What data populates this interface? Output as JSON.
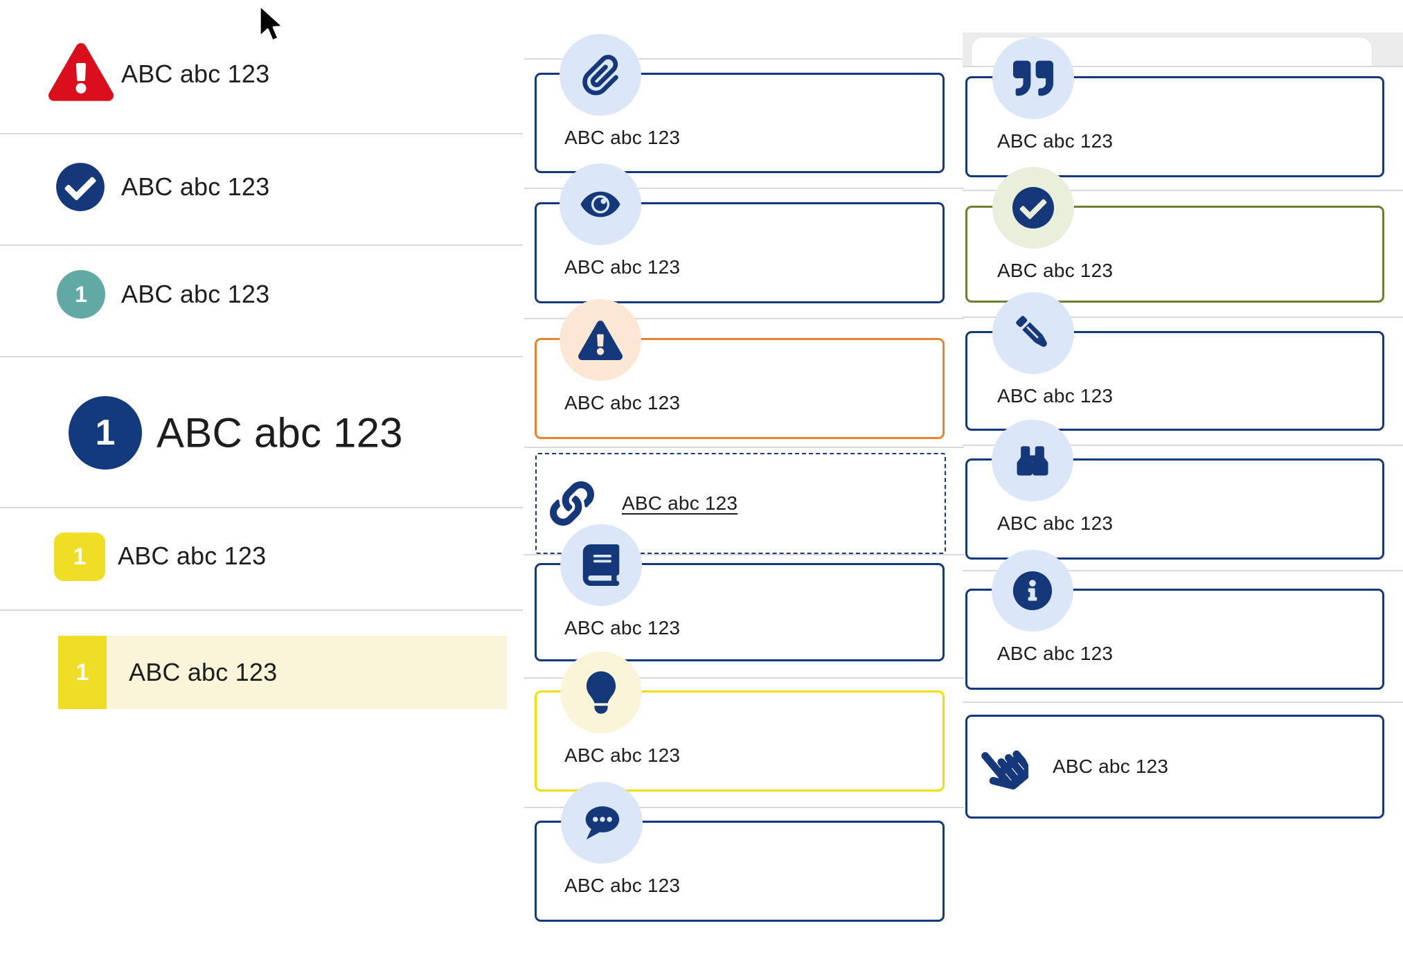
{
  "text": {
    "sample": "ABC abc 123"
  },
  "colors": {
    "navy": "#14387a",
    "light_blue_badge": "#dbe6f8",
    "red": "#da0e1c",
    "teal": "#62a8a5",
    "yellow_badge": "#f0dd26",
    "yellow_border": "#f0e000",
    "cream_highlight": "#faf5d8",
    "orange_border": "#e8822d",
    "peach_badge": "#fbe7d4",
    "olive_border": "#6e7f31",
    "green_badge": "#e9efda",
    "divider_gray": "#d9d9d9"
  },
  "left_list": {
    "items": [
      {
        "icon": "warning-triangle-icon",
        "label": "ABC abc 123"
      },
      {
        "icon": "check-circle-icon",
        "label": "ABC abc 123"
      },
      {
        "badge": "1",
        "label": "ABC abc 123"
      },
      {
        "badge": "1",
        "label": "ABC abc 123"
      },
      {
        "badge": "1",
        "label": "ABC abc 123"
      },
      {
        "badge": "1",
        "label": "ABC abc 123"
      }
    ]
  },
  "middle_callouts": [
    {
      "icon": "paperclip-icon",
      "variant": "navy",
      "label": "ABC abc 123"
    },
    {
      "icon": "eye-icon",
      "variant": "navy",
      "label": "ABC abc 123"
    },
    {
      "icon": "warning-triangle-icon",
      "variant": "orange",
      "label": "ABC abc 123"
    },
    {
      "icon": "link-icon",
      "variant": "dashed",
      "label": "ABC abc 123"
    },
    {
      "icon": "book-icon",
      "variant": "navy",
      "label": "ABC abc 123"
    },
    {
      "icon": "lightbulb-icon",
      "variant": "yellow",
      "label": "ABC abc 123"
    },
    {
      "icon": "comment-dots-icon",
      "variant": "navy",
      "label": "ABC abc 123"
    }
  ],
  "right_callouts": [
    {
      "icon": "quote-right-icon",
      "variant": "navy",
      "label": "ABC abc 123"
    },
    {
      "icon": "check-circle-icon",
      "variant": "olive",
      "label": "ABC abc 123"
    },
    {
      "icon": "pencil-icon",
      "variant": "navy",
      "label": "ABC abc 123"
    },
    {
      "icon": "binoculars-icon",
      "variant": "navy",
      "label": "ABC abc 123"
    },
    {
      "icon": "info-circle-icon",
      "variant": "navy",
      "label": "ABC abc 123"
    },
    {
      "icon": "hand-pointer-icon",
      "variant": "navy",
      "label": "ABC abc 123"
    }
  ]
}
